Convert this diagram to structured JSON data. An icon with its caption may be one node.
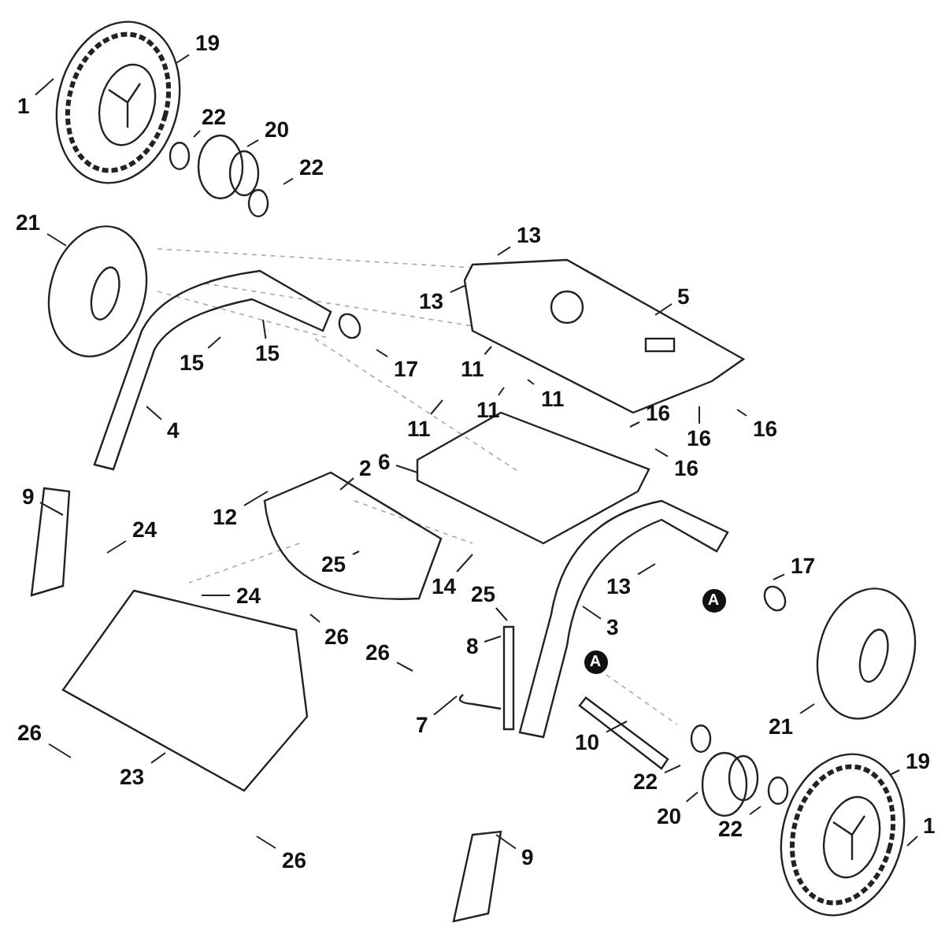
{
  "diagram": {
    "nodes": [
      {
        "text": [
          "1"
        ]
      },
      {
        "text": [
          "19"
        ]
      },
      {
        "text": [
          "22"
        ]
      },
      {
        "text": [
          "20"
        ]
      },
      {
        "text": [
          "22"
        ]
      },
      {
        "text": [
          "21"
        ]
      },
      {
        "text": [
          "13"
        ]
      },
      {
        "text": [
          "5"
        ]
      },
      {
        "text": [
          "13"
        ]
      },
      {
        "text": [
          "15"
        ]
      },
      {
        "text": [
          "15"
        ]
      },
      {
        "text": [
          "17"
        ]
      },
      {
        "text": [
          "11"
        ]
      },
      {
        "text": [
          "11"
        ]
      },
      {
        "text": [
          "11"
        ]
      },
      {
        "text": [
          "11"
        ]
      },
      {
        "text": [
          "16"
        ]
      },
      {
        "text": [
          "16"
        ]
      },
      {
        "text": [
          "16"
        ]
      },
      {
        "text": [
          "4"
        ]
      },
      {
        "text": [
          "6"
        ]
      },
      {
        "text": [
          "16"
        ]
      },
      {
        "text": [
          "2"
        ]
      },
      {
        "text": [
          "9"
        ]
      },
      {
        "text": [
          "12"
        ]
      },
      {
        "text": [
          "24"
        ]
      },
      {
        "text": [
          "14"
        ]
      },
      {
        "text": [
          "17"
        ]
      },
      {
        "text": [
          "13"
        ]
      },
      {
        "text": [
          "25"
        ]
      },
      {
        "text": [
          "24"
        ]
      },
      {
        "text": [
          "26"
        ]
      },
      {
        "text": [
          "25"
        ]
      },
      {
        "text": [
          "3"
        ]
      },
      {
        "text": [
          "8"
        ]
      },
      {
        "text": [
          "26"
        ]
      },
      {
        "text": [
          "7"
        ]
      },
      {
        "text": [
          "21"
        ]
      },
      {
        "text": [
          "26"
        ]
      },
      {
        "text": [
          "10"
        ]
      },
      {
        "text": [
          "23"
        ]
      },
      {
        "text": [
          "19"
        ]
      },
      {
        "text": [
          "22"
        ]
      },
      {
        "text": [
          "20"
        ]
      },
      {
        "text": [
          "22"
        ]
      },
      {
        "text": [
          "1"
        ]
      },
      {
        "text": [
          "9"
        ]
      },
      {
        "text": [
          "26"
        ]
      }
    ],
    "edges": [
      {
        "from": 0,
        "to": null,
        "arrow": "none"
      },
      {
        "from": 1,
        "to": null,
        "arrow": "none"
      },
      {
        "from": 2,
        "to": null,
        "arrow": "none"
      },
      {
        "from": 3,
        "to": null,
        "arrow": "none"
      },
      {
        "from": 4,
        "to": null,
        "arrow": "none"
      },
      {
        "from": 5,
        "to": null,
        "arrow": "none"
      },
      {
        "from": 6,
        "to": null,
        "arrow": "none"
      },
      {
        "from": 7,
        "to": null,
        "arrow": "none"
      },
      {
        "from": 8,
        "to": null,
        "arrow": "none"
      },
      {
        "from": 9,
        "to": null,
        "arrow": "none"
      },
      {
        "from": 10,
        "to": null,
        "arrow": "none"
      },
      {
        "from": 11,
        "to": null,
        "arrow": "none"
      },
      {
        "from": 12,
        "to": null,
        "arrow": "none"
      },
      {
        "from": 13,
        "to": null,
        "arrow": "none"
      },
      {
        "from": 14,
        "to": null,
        "arrow": "none"
      },
      {
        "from": 15,
        "to": null,
        "arrow": "none"
      },
      {
        "from": 16,
        "to": null,
        "arrow": "none"
      },
      {
        "from": 17,
        "to": null,
        "arrow": "none"
      },
      {
        "from": 18,
        "to": null,
        "arrow": "none"
      },
      {
        "from": 19,
        "to": null,
        "arrow": "none"
      },
      {
        "from": 20,
        "to": null,
        "arrow": "none"
      },
      {
        "from": 21,
        "to": null,
        "arrow": "none"
      },
      {
        "from": 22,
        "to": null,
        "arrow": "none"
      },
      {
        "from": 23,
        "to": null,
        "arrow": "none"
      },
      {
        "from": 24,
        "to": null,
        "arrow": "none"
      },
      {
        "from": 25,
        "to": null,
        "arrow": "none"
      },
      {
        "from": 26,
        "to": null,
        "arrow": "none"
      },
      {
        "from": 27,
        "to": null,
        "arrow": "none"
      },
      {
        "from": 28,
        "to": null,
        "arrow": "none"
      },
      {
        "from": 29,
        "to": null,
        "arrow": "none"
      },
      {
        "from": 30,
        "to": null,
        "arrow": "none"
      },
      {
        "from": 31,
        "to": null,
        "arrow": "none"
      },
      {
        "from": 32,
        "to": null,
        "arrow": "none"
      },
      {
        "from": 33,
        "to": null,
        "arrow": "none"
      },
      {
        "from": 34,
        "to": null,
        "arrow": "none"
      },
      {
        "from": 35,
        "to": null,
        "arrow": "none"
      },
      {
        "from": 36,
        "to": null,
        "arrow": "none"
      },
      {
        "from": 37,
        "to": null,
        "arrow": "none"
      },
      {
        "from": 38,
        "to": null,
        "arrow": "none"
      },
      {
        "from": 39,
        "to": null,
        "arrow": "none"
      },
      {
        "from": 40,
        "to": null,
        "arrow": "none"
      },
      {
        "from": 41,
        "to": null,
        "arrow": "none"
      },
      {
        "from": 42,
        "to": null,
        "arrow": "none"
      },
      {
        "from": 43,
        "to": null,
        "arrow": "none"
      },
      {
        "from": 44,
        "to": null,
        "arrow": "none"
      },
      {
        "from": 45,
        "to": null,
        "arrow": "none"
      },
      {
        "from": 46,
        "to": null,
        "arrow": "none"
      },
      {
        "from": 47,
        "to": null,
        "arrow": "none"
      }
    ],
    "labels": [
      "A",
      "A"
    ]
  }
}
